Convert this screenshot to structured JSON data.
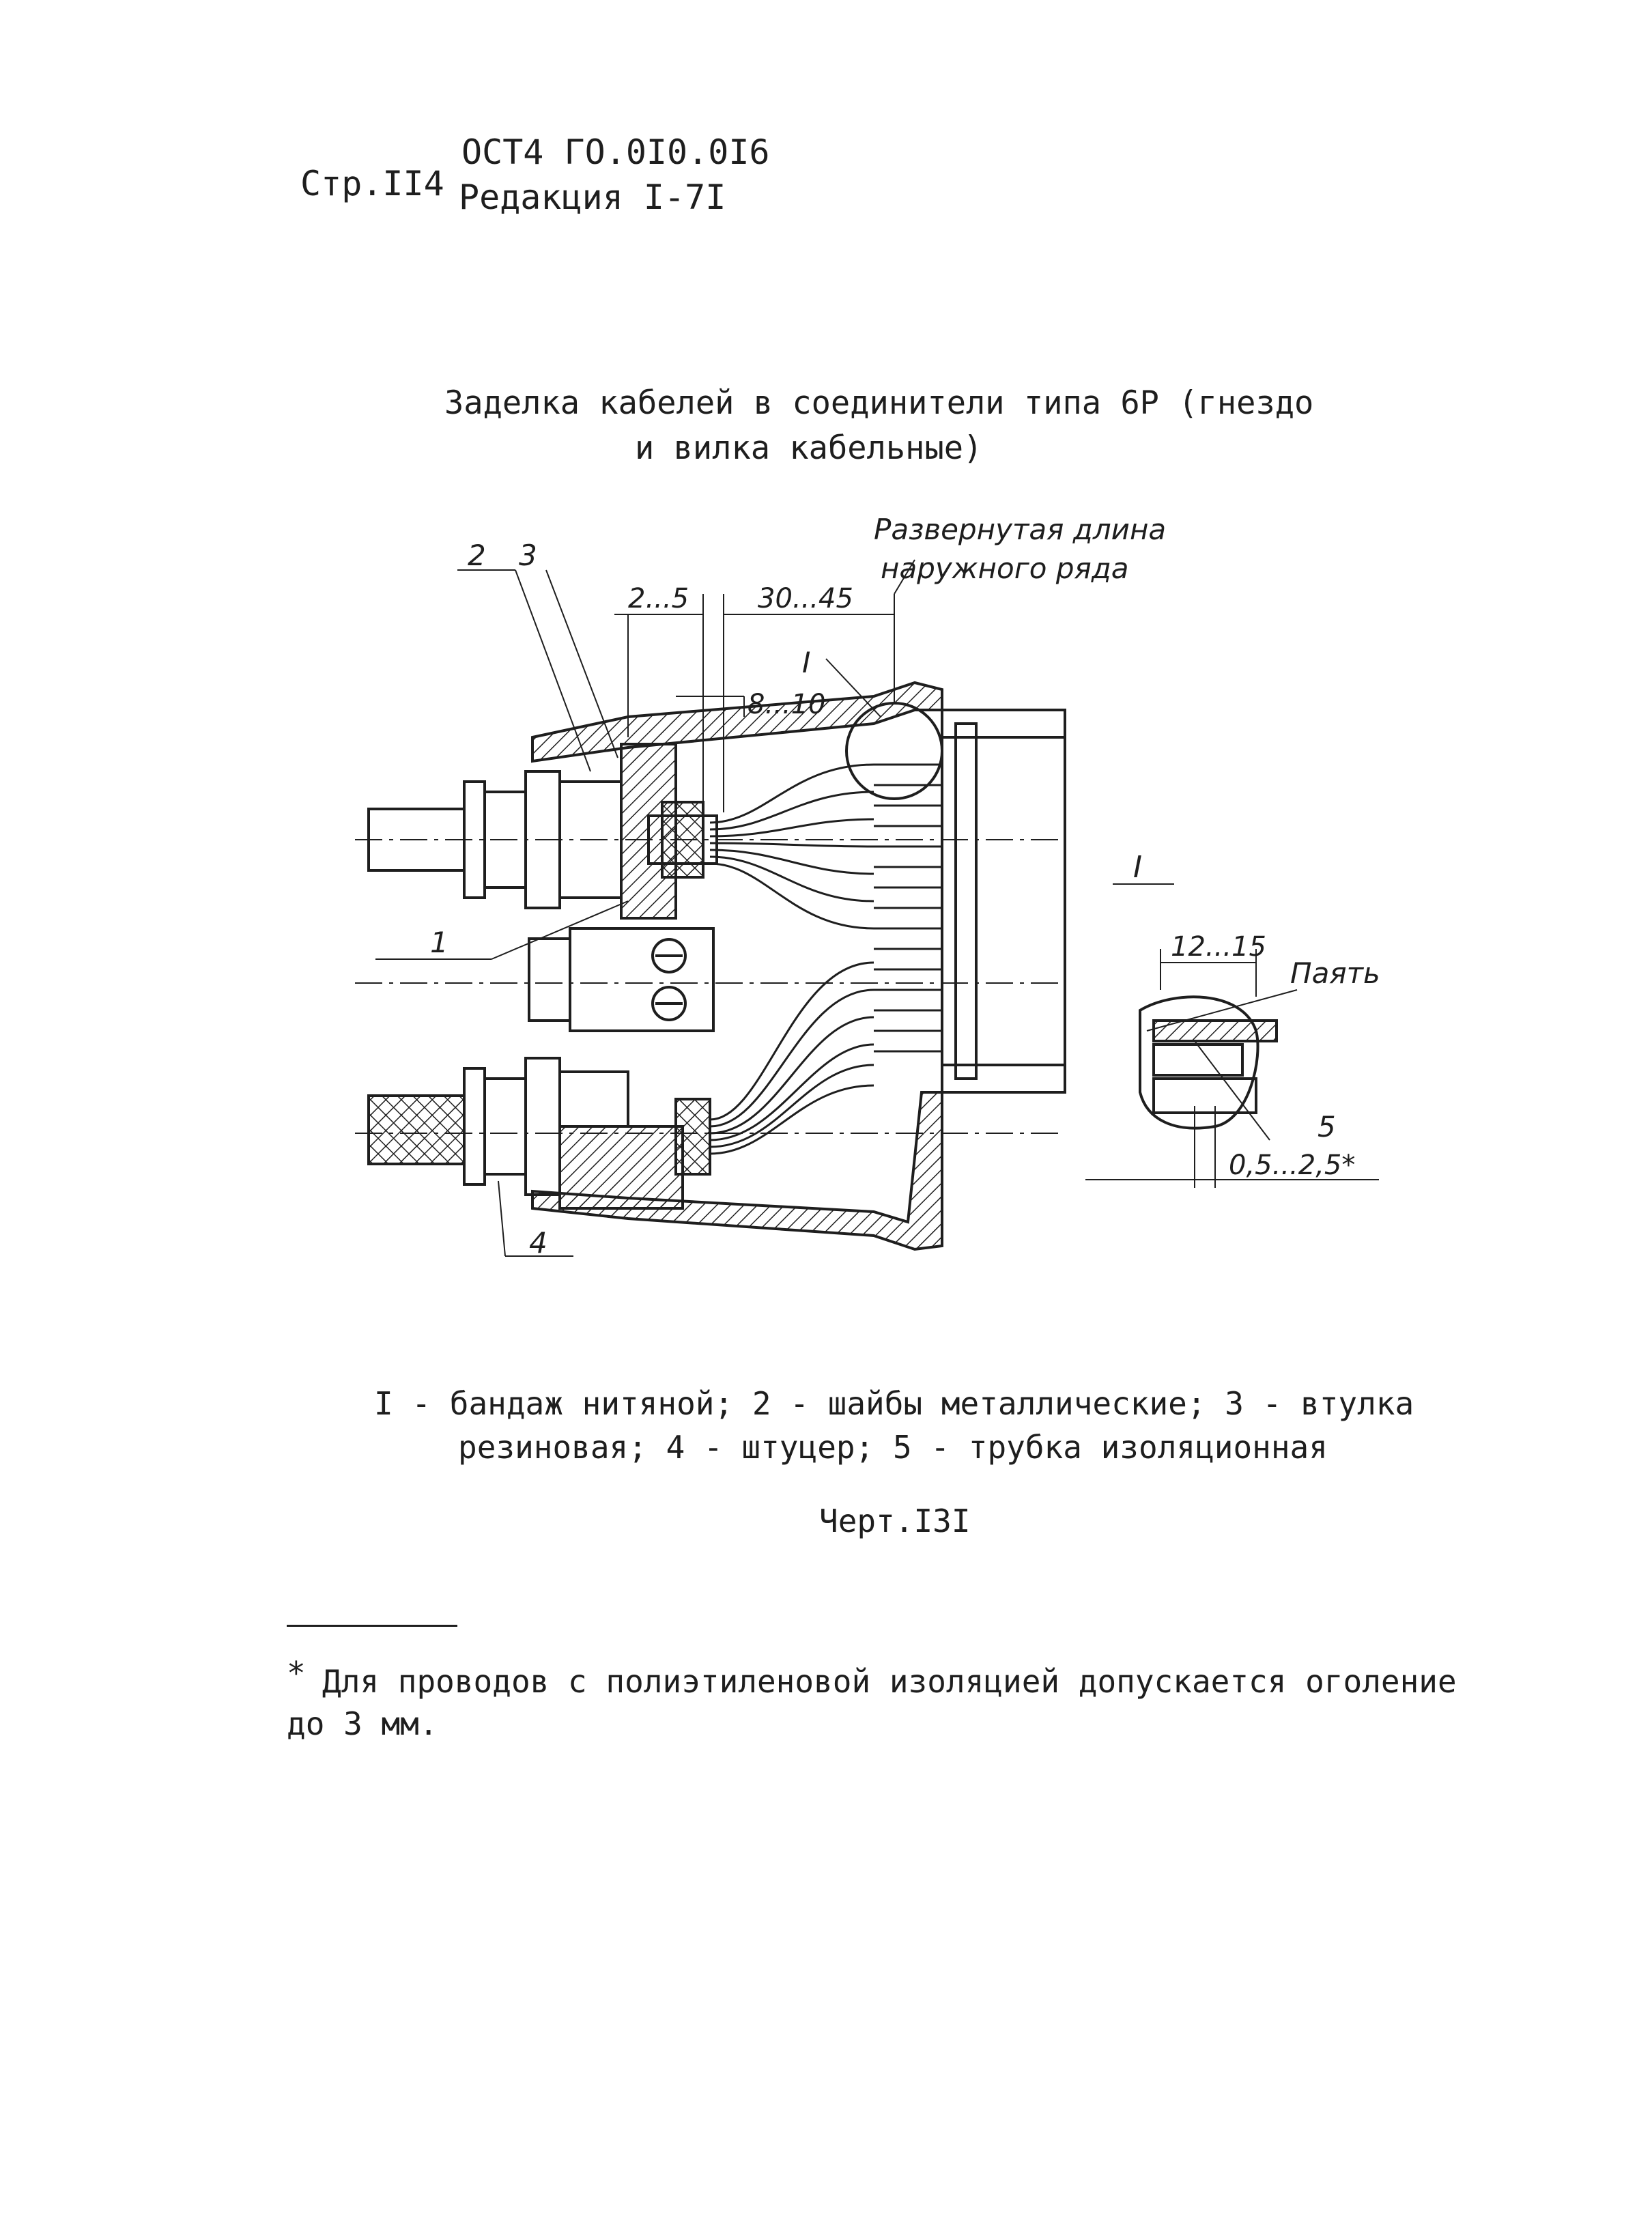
{
  "header": {
    "page_label": "Стр.II4",
    "standard_code": "ОСТ4 ГО.0I0.0I6",
    "edition": "Редакция I-7I"
  },
  "title": {
    "line1": "Заделка кабелей в соединители типа 6Р (гнездо",
    "line2": "и вилка кабельные)"
  },
  "drawing": {
    "note_line1": "Развернутая длина",
    "note_line2": "наружного ряда",
    "labels": {
      "pos1": "1",
      "pos2": "2",
      "pos3": "3",
      "pos4": "4",
      "pos5": "5",
      "view_mark_top": "I",
      "view_mark_detail": "I",
      "solder": "Паять"
    },
    "dimensions": {
      "d_2_5": "2...5",
      "d_30_45": "30...45",
      "d_8_10": "8...10",
      "d_12_15": "12...15",
      "d_05_25": "0,5...2,5*"
    }
  },
  "caption": {
    "line1": "I - бандаж нитяной; 2 - шайбы металлические; 3 - втулка",
    "line2": "резиновая; 4 - штуцер; 5 - трубка изоляционная"
  },
  "figure_number": "Черт.I3I",
  "footnote": {
    "marker": "*",
    "line1": "Для проводов с полиэтиленовой изоляцией допускается оголение",
    "line2": "до 3 мм."
  }
}
